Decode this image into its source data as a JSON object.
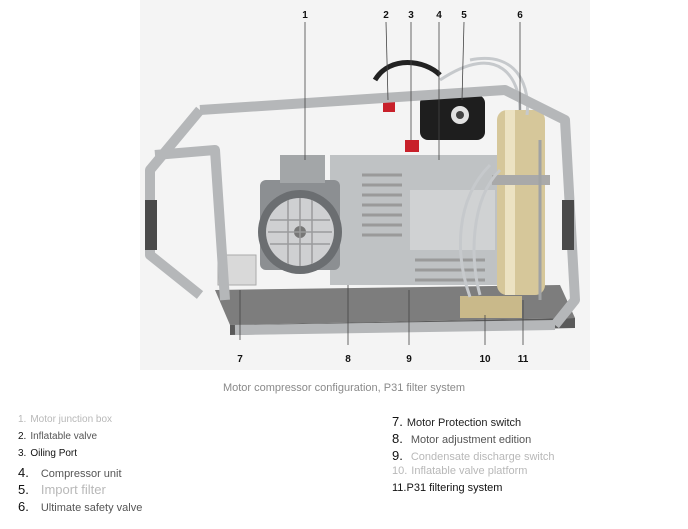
{
  "figure": {
    "callouts": [
      "1",
      "2",
      "3",
      "4",
      "5",
      "6",
      "7",
      "8",
      "9",
      "10",
      "11"
    ],
    "caption": "Motor compressor configuration, P31 filter system",
    "icons": [
      "compressor-machine"
    ]
  },
  "legend_left": [
    {
      "num": "1.",
      "text": "Motor junction box"
    },
    {
      "num": "2.",
      "text": "Inflatable valve"
    },
    {
      "num": "3.",
      "text": "Oiling Port"
    },
    {
      "num": "4.",
      "text": "Compressor unit"
    },
    {
      "num": "5.",
      "text": "Import filter"
    },
    {
      "num": "6.",
      "text": "Ultimate safety valve"
    }
  ],
  "legend_right": [
    {
      "num": "7.",
      "text": "Motor Protection switch"
    },
    {
      "num": "8.",
      "text": "Motor adjustment edition"
    },
    {
      "num": "9.",
      "text": "Condensate discharge switch"
    },
    {
      "num": "10.",
      "text": "Inflatable valve platform"
    },
    {
      "num": "11.",
      "text": "P31 filtering system"
    }
  ]
}
